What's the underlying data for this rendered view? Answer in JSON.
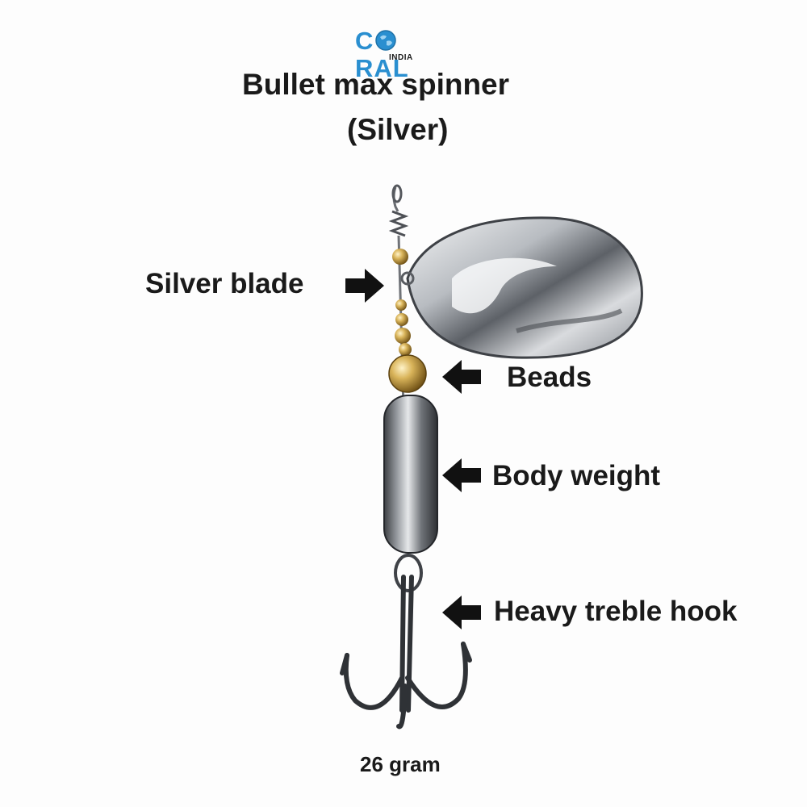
{
  "brand": {
    "name_parts": [
      "C",
      "RAL"
    ],
    "subtext": "INDIA",
    "color": "#2a8fd0",
    "logo_icon": "globe-o-icon"
  },
  "product": {
    "title": "Bullet max spinner",
    "subtitle": "(Silver)",
    "weight": "26 gram"
  },
  "callouts": {
    "blade": "Silver blade",
    "beads": "Beads",
    "body": "Body weight",
    "hook": "Heavy treble hook"
  },
  "colors": {
    "text": "#1a1a1a",
    "silver": "#c9ccd0",
    "gold": "#c9a24a"
  }
}
